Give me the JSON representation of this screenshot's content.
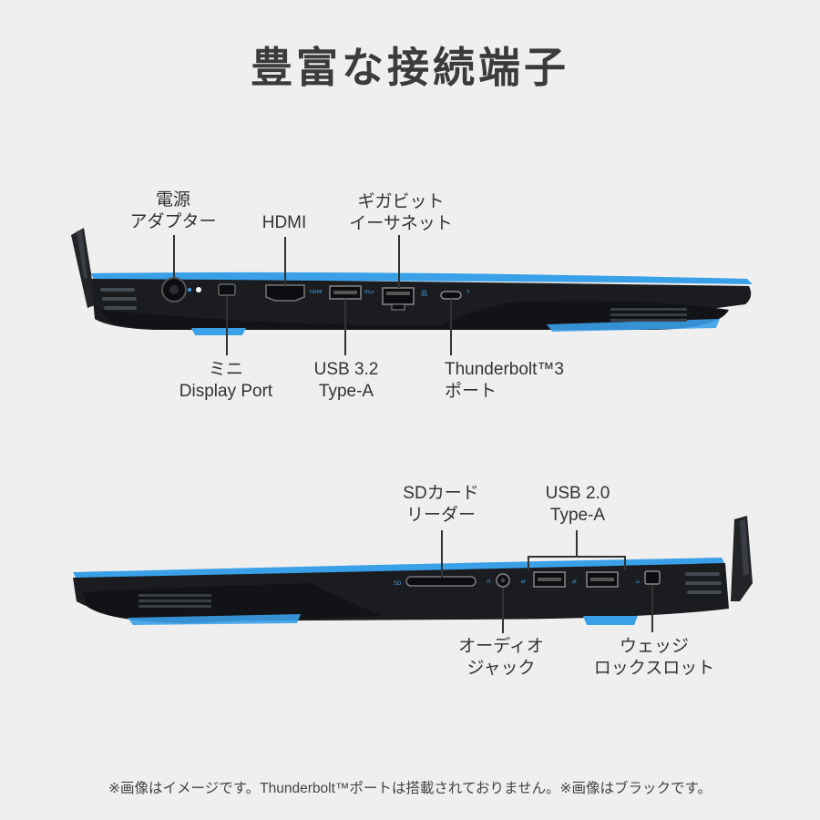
{
  "title": "豊富な接続端子",
  "top_side": {
    "labels": {
      "power_adapter": "電源\nアダプター",
      "hdmi": "HDMI",
      "ethernet": "ギガビット\nイーサネット",
      "mini_dp": "ミニ\nDisplay Port",
      "usb32": "USB 3.2\nType-A",
      "thunderbolt": "Thunderbolt™3\nポート"
    }
  },
  "bottom_side": {
    "labels": {
      "sd_reader": "SDカード\nリーダー",
      "usb20": "USB 2.0\nType-A",
      "audio_jack": "オーディオ\nジャック",
      "wedge_lock": "ウェッジ\nロックスロット"
    }
  },
  "footnote": "※画像はイメージです。Thunderbolt™ポートは搭載されておりません。※画像はブラックです。",
  "colors": {
    "background": "#efefef",
    "body": "#1a1c20",
    "accent_blue": "#3aa0e8",
    "text": "#333333"
  },
  "icons": [
    "power-port-icon",
    "mini-displayport-icon",
    "hdmi-port-icon",
    "usb-port-icon",
    "ethernet-port-icon",
    "thunderbolt-port-icon",
    "sd-slot-icon",
    "audio-jack-icon",
    "wedge-lock-icon",
    "hinge-icon",
    "vent-icon"
  ]
}
